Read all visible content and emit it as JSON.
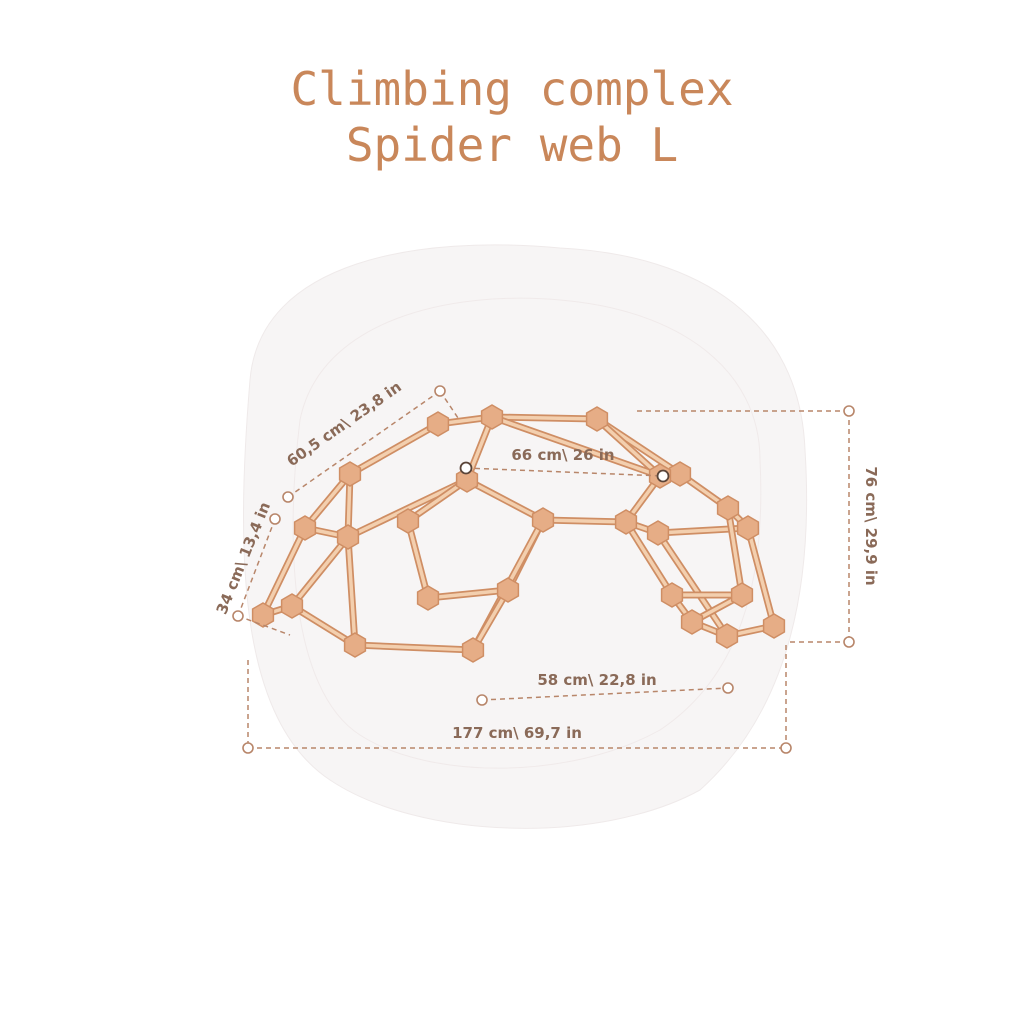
{
  "title": {
    "line1": "Climbing complex",
    "line2": "Spider web L"
  },
  "colors": {
    "title": "#c9875a",
    "dimension_line": "#b8866a",
    "dimension_text": "#8a6a58",
    "wood_light": "#f3cfae",
    "wood_mid": "#e6ad86",
    "wood_dark": "#cf8e64",
    "background_blob": "#f6f4f4"
  },
  "dimensions": {
    "total_length": "177 cm\\ 69,7 in",
    "height": "76 cm\\ 29,9 in",
    "top_width": "66 cm\\ 26 in",
    "base_edge": "58 cm\\ 22,8 in",
    "side_edge": "60,5 cm\\ 23,8 in",
    "end_height": "34 cm\\ 13,4 in"
  }
}
